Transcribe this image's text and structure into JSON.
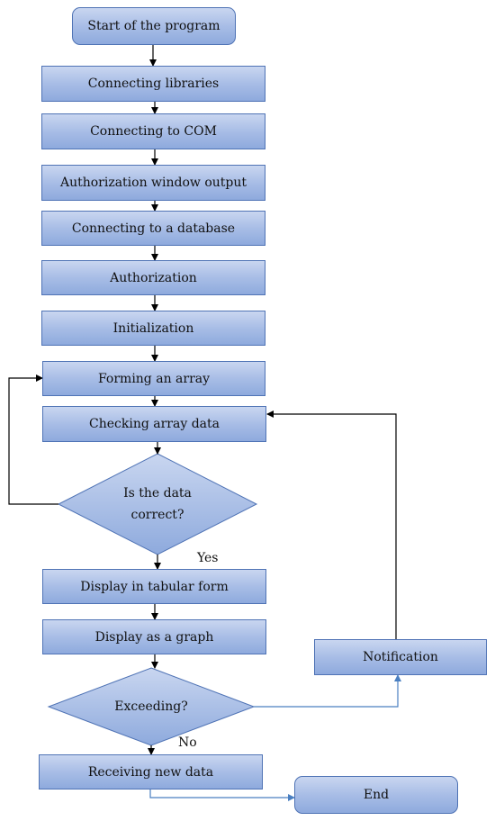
{
  "nodes": {
    "start": "Start of the program",
    "libraries": "Connecting libraries",
    "com": "Connecting to COM",
    "auth_window": "Authorization window output",
    "database": "Connecting to a database",
    "authorization": "Authorization",
    "initialization": "Initialization",
    "forming": "Forming an array",
    "checking": "Checking array data",
    "decision_data_line1": "Is the data",
    "decision_data_line2": "correct?",
    "tabular": "Display in tabular form",
    "graph": "Display as a graph",
    "decision_exceed": "Exceeding?",
    "receiving": "Receiving new data",
    "notification": "Notification",
    "end": "End"
  },
  "edge_labels": {
    "yes": "Yes",
    "no": "No"
  },
  "colors": {
    "box_border": "#4f73b5",
    "box_fill_top": "#c9d6f0",
    "box_fill_bottom": "#8eaadd",
    "black_arrow": "#000000",
    "blue_arrow": "#4a7fc1"
  }
}
